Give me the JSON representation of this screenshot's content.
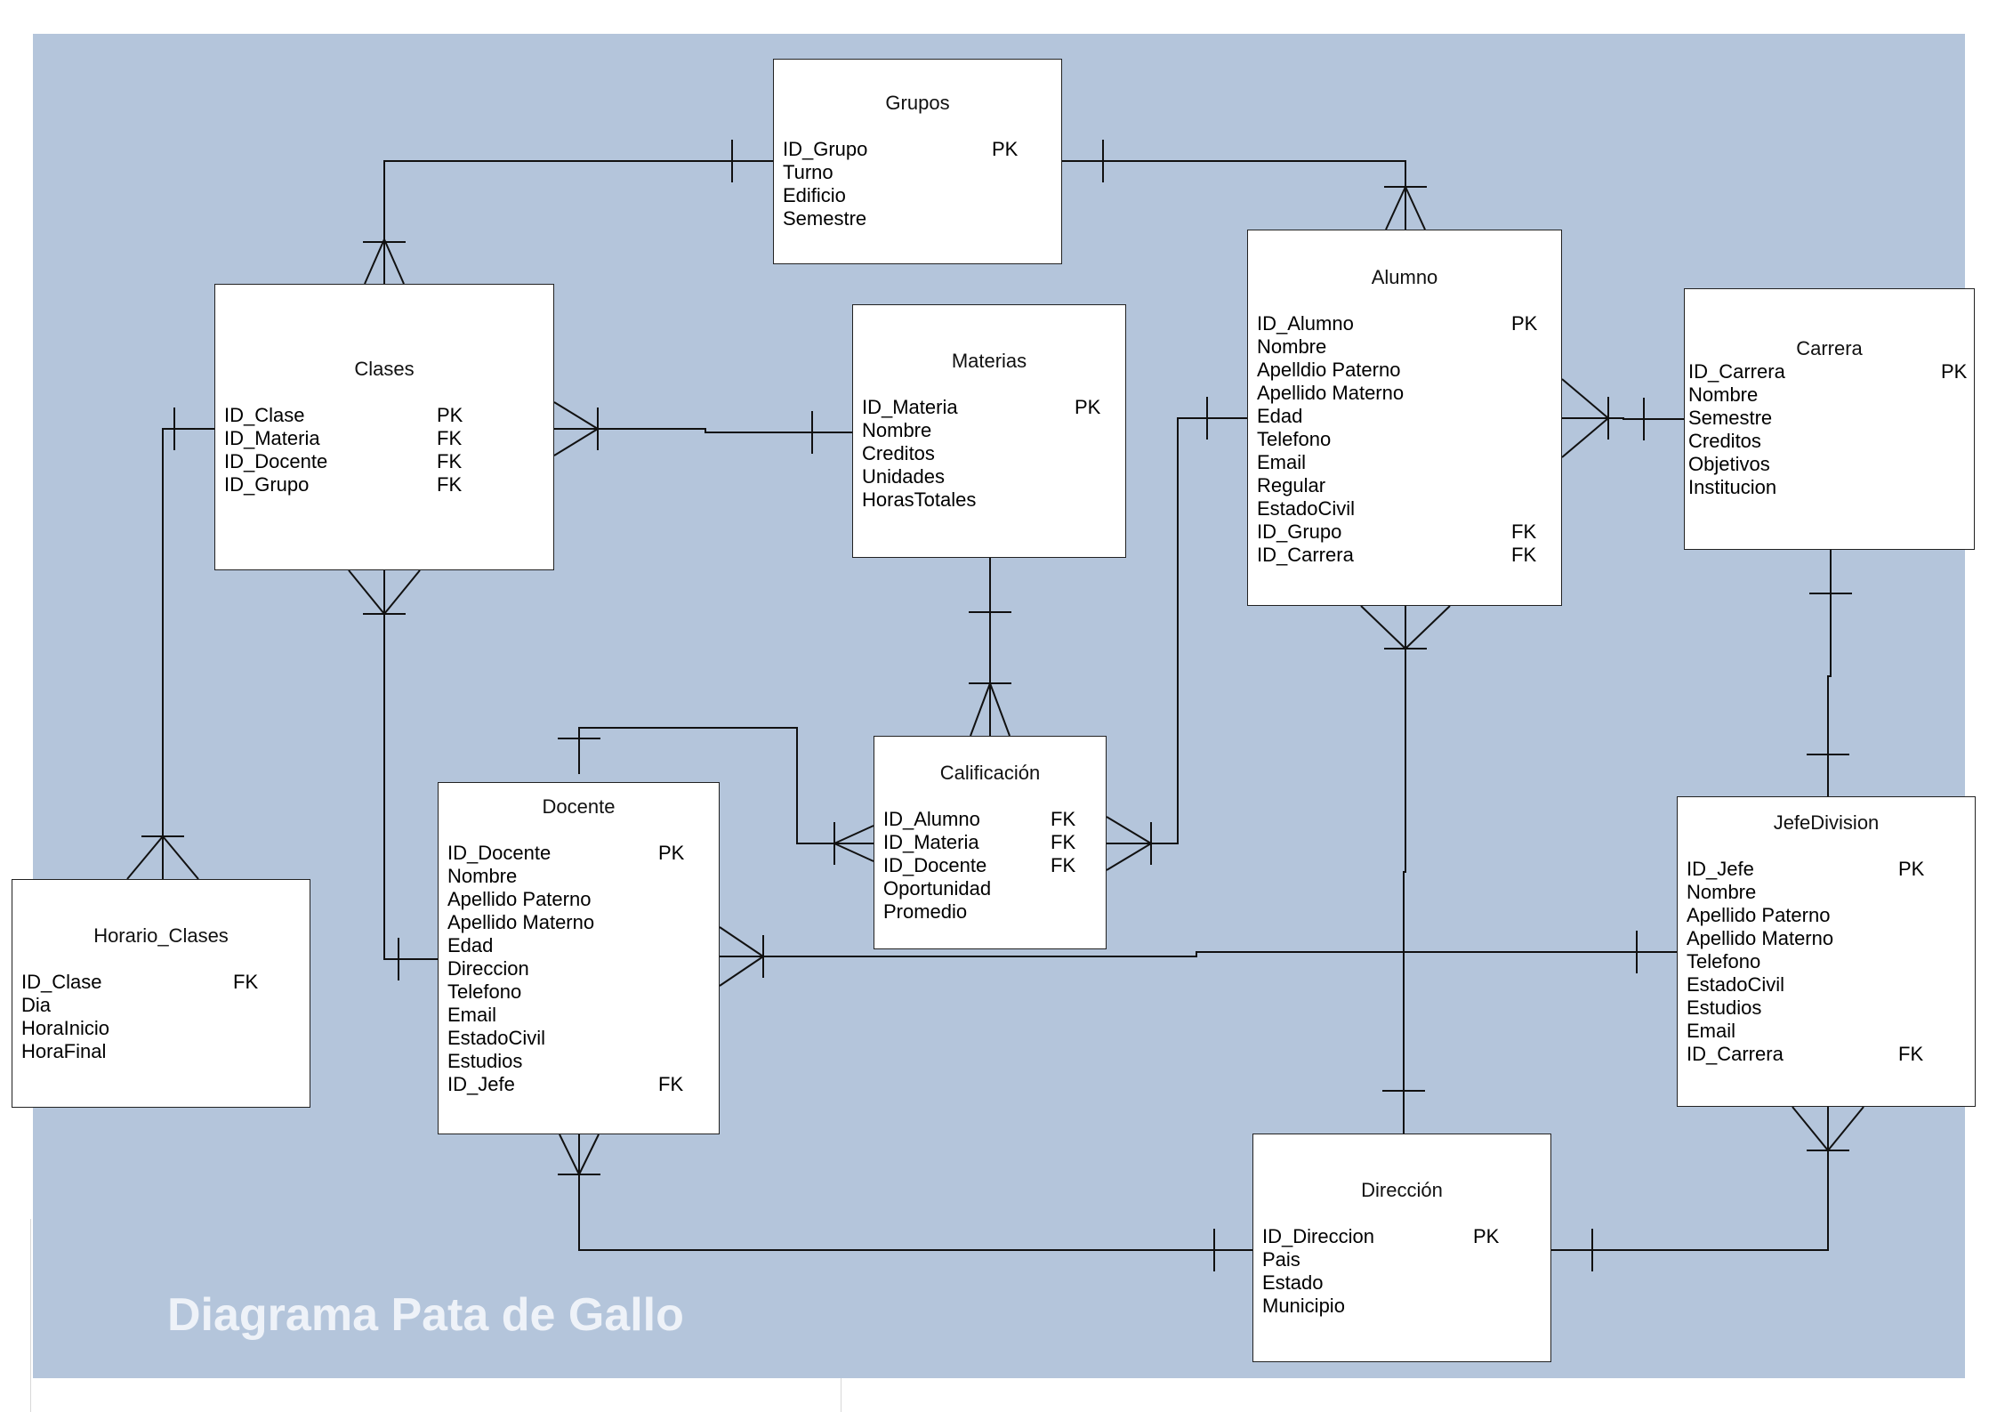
{
  "title": "Diagrama Pata de Gallo",
  "entities": {
    "grupos": {
      "name": "Grupos",
      "fields": [
        {
          "name": "ID_Grupo",
          "key": "PK"
        },
        {
          "name": "Turno",
          "key": ""
        },
        {
          "name": "Edificio",
          "key": ""
        },
        {
          "name": "Semestre",
          "key": ""
        }
      ]
    },
    "clases": {
      "name": "Clases",
      "fields": [
        {
          "name": "ID_Clase",
          "key": "PK"
        },
        {
          "name": "ID_Materia",
          "key": "FK"
        },
        {
          "name": "ID_Docente",
          "key": "FK"
        },
        {
          "name": "ID_Grupo",
          "key": "FK"
        }
      ]
    },
    "materias": {
      "name": "Materias",
      "fields": [
        {
          "name": "ID_Materia",
          "key": "PK"
        },
        {
          "name": "Nombre",
          "key": ""
        },
        {
          "name": "Creditos",
          "key": ""
        },
        {
          "name": "Unidades",
          "key": ""
        },
        {
          "name": "HorasTotales",
          "key": ""
        }
      ]
    },
    "alumno": {
      "name": "Alumno",
      "fields": [
        {
          "name": "ID_Alumno",
          "key": "PK"
        },
        {
          "name": "Nombre",
          "key": ""
        },
        {
          "name": "Apelldio Paterno",
          "key": ""
        },
        {
          "name": "Apellido Materno",
          "key": ""
        },
        {
          "name": "Edad",
          "key": ""
        },
        {
          "name": "Telefono",
          "key": ""
        },
        {
          "name": "Email",
          "key": ""
        },
        {
          "name": "Regular",
          "key": ""
        },
        {
          "name": "EstadoCivil",
          "key": ""
        },
        {
          "name": "ID_Grupo",
          "key": "FK"
        },
        {
          "name": "ID_Carrera",
          "key": "FK"
        }
      ]
    },
    "carrera": {
      "name": "Carrera",
      "fields": [
        {
          "name": "ID_Carrera",
          "key": "PK"
        },
        {
          "name": "Nombre",
          "key": ""
        },
        {
          "name": "Semestre",
          "key": ""
        },
        {
          "name": "Creditos",
          "key": ""
        },
        {
          "name": "Objetivos",
          "key": ""
        },
        {
          "name": "Institucion",
          "key": ""
        }
      ]
    },
    "calificacion": {
      "name": "Calificación",
      "fields": [
        {
          "name": "ID_Alumno",
          "key": "FK"
        },
        {
          "name": "ID_Materia",
          "key": "FK"
        },
        {
          "name": "ID_Docente",
          "key": "FK"
        },
        {
          "name": "Oportunidad",
          "key": ""
        },
        {
          "name": "Promedio",
          "key": ""
        }
      ]
    },
    "docente": {
      "name": "Docente",
      "fields": [
        {
          "name": "ID_Docente",
          "key": "PK"
        },
        {
          "name": "Nombre",
          "key": ""
        },
        {
          "name": "Apellido Paterno",
          "key": ""
        },
        {
          "name": "Apellido Materno",
          "key": ""
        },
        {
          "name": "Edad",
          "key": ""
        },
        {
          "name": "Direccion",
          "key": ""
        },
        {
          "name": "Telefono",
          "key": ""
        },
        {
          "name": "Email",
          "key": ""
        },
        {
          "name": "EstadoCivil",
          "key": ""
        },
        {
          "name": "Estudios",
          "key": ""
        },
        {
          "name": "ID_Jefe",
          "key": "FK"
        }
      ]
    },
    "horario_clases": {
      "name": "Horario_Clases",
      "fields": [
        {
          "name": "ID_Clase",
          "key": "FK"
        },
        {
          "name": "Dia",
          "key": ""
        },
        {
          "name": "HoraInicio",
          "key": ""
        },
        {
          "name": "HoraFinal",
          "key": ""
        }
      ]
    },
    "jefedivision": {
      "name": "JefeDivision",
      "fields": [
        {
          "name": "ID_Jefe",
          "key": "PK"
        },
        {
          "name": "Nombre",
          "key": ""
        },
        {
          "name": "Apellido Paterno",
          "key": ""
        },
        {
          "name": "Apellido Materno",
          "key": ""
        },
        {
          "name": "Telefono",
          "key": ""
        },
        {
          "name": "EstadoCivil",
          "key": ""
        },
        {
          "name": "Estudios",
          "key": ""
        },
        {
          "name": "Email",
          "key": ""
        },
        {
          "name": "ID_Carrera",
          "key": "FK"
        }
      ]
    },
    "direccion": {
      "name": "Dirección",
      "fields": [
        {
          "name": "ID_Direccion",
          "key": "PK"
        },
        {
          "name": "Pais",
          "key": ""
        },
        {
          "name": "Estado",
          "key": ""
        },
        {
          "name": "Municipio",
          "key": ""
        }
      ]
    }
  },
  "relationships": [
    {
      "one": "grupos",
      "many": "clases"
    },
    {
      "one": "grupos",
      "many": "alumno"
    },
    {
      "one": "materias",
      "many": "clases"
    },
    {
      "one": "materias",
      "many": "calificacion"
    },
    {
      "one": "alumno",
      "many": "calificacion"
    },
    {
      "one": "carrera",
      "many": "alumno"
    },
    {
      "one": "carrera",
      "many": "jefedivision"
    },
    {
      "one": "clases",
      "many": "horario_clases"
    },
    {
      "one": "docente",
      "many": "clases"
    },
    {
      "one": "docente",
      "many": "calificacion"
    },
    {
      "one": "jefedivision",
      "many": "docente"
    },
    {
      "one": "direccion",
      "many": "docente"
    },
    {
      "one": "direccion",
      "many": "alumno"
    },
    {
      "one": "direccion",
      "many": "jefedivision"
    }
  ]
}
